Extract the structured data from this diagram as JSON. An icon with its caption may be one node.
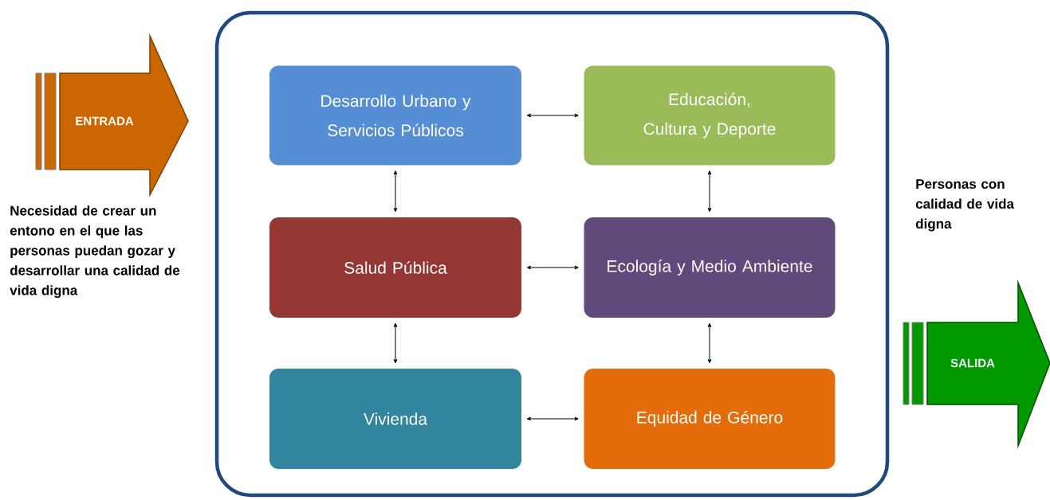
{
  "diagram": {
    "nodes": [
      {
        "text": [],
        "shape": "box"
      },
      {
        "text": [
          "ENTRADA"
        ],
        "beside": [
          "Necesidad de crear un entono en el que las personas puedan gozar y desarrollar una calidad de vida digna"
        ]
      },
      {
        "text": [
          "SALIDA"
        ],
        "beside": [
          "Personas con calidad de vida digna"
        ]
      },
      {
        "text": [
          "Desarrollo Urbano y Servicios Públicos"
        ],
        "in": 0
      },
      {
        "text": [
          "Educación, Cultura y Deporte"
        ],
        "in": 0
      },
      {
        "text": [
          "Salud Pública"
        ],
        "in": 0
      },
      {
        "text": [
          "Ecología y Medio Ambiente"
        ],
        "in": 0
      },
      {
        "text": [
          "Vivienda"
        ],
        "in": 0
      },
      {
        "text": [
          "Equidad de Género"
        ],
        "in": 0
      }
    ],
    "edges": [
      {
        "from": 3,
        "to": 4,
        "arrow": "both"
      },
      {
        "from": 3,
        "to": 5,
        "arrow": "both"
      },
      {
        "from": 4,
        "to": 6,
        "arrow": "both"
      },
      {
        "from": 5,
        "to": 6,
        "arrow": "both"
      },
      {
        "from": 5,
        "to": 7,
        "arrow": "both"
      },
      {
        "from": 6,
        "to": 8,
        "arrow": "both"
      },
      {
        "from": 7,
        "to": 8,
        "arrow": "both"
      }
    ]
  }
}
